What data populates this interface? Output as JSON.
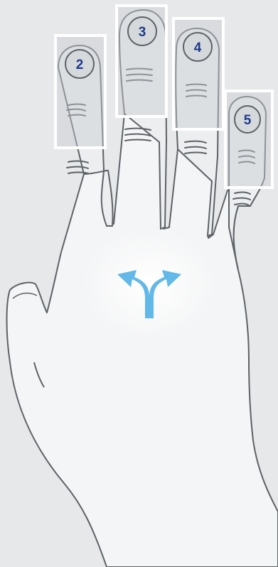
{
  "colors": {
    "background": "#e6e8ea",
    "skin_fill": "#f4f5f6",
    "skin_outline": "#5e6266",
    "highlight_box": "#ffffff",
    "highlight_tint": "#c9cdd1",
    "nail_fill": "#d6d9dc",
    "number_color": "#1f3a8a",
    "arrow_color": "#62b8e8"
  },
  "fingers": [
    {
      "number": "2",
      "name": "index",
      "highlighted": true
    },
    {
      "number": "3",
      "name": "middle",
      "highlighted": true
    },
    {
      "number": "4",
      "name": "ring",
      "highlighted": true
    },
    {
      "number": "5",
      "name": "little",
      "highlighted": true
    }
  ],
  "gesture": {
    "icon": "split-arrow-icon",
    "meaning": "spread fingers"
  }
}
